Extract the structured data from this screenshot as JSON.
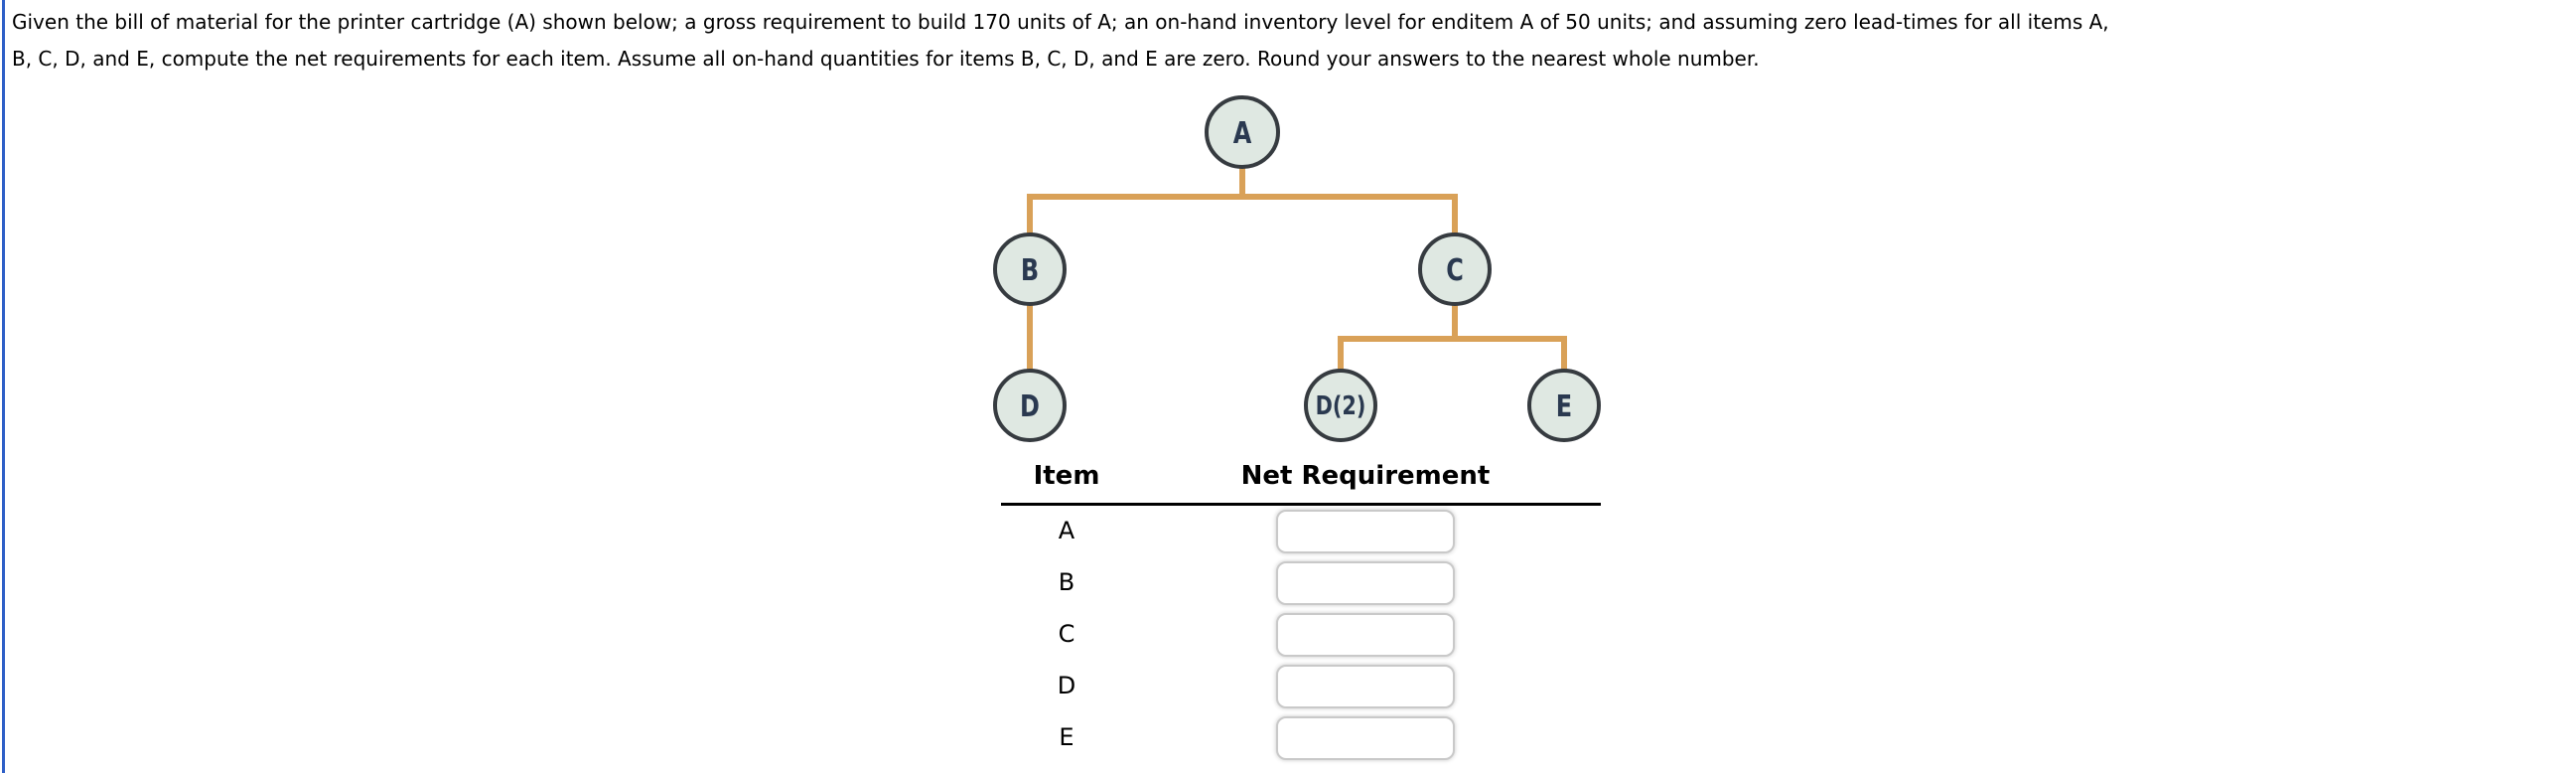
{
  "page": {
    "background_color": "#ffffff",
    "left_border_color": "#2e5fc7"
  },
  "question": {
    "line1": "Given the bill of material for the printer cartridge (A) shown below; a gross requirement to build 170 units of A; an on-hand inventory level for enditem A of 50 units; and assuming zero lead-times for all items A,",
    "line2": "B, C, D, and E, compute the net requirements for each item. Assume all on-hand quantities for items B, C, D, and E are zero. Round your answers to the nearest whole number."
  },
  "bom_tree": {
    "line_color": "#d9a158",
    "node_fill_color": "#dfe8e2",
    "node_border_color": "#363b40",
    "node_label_color": "#2a3950",
    "nodes": [
      {
        "id": "A",
        "label": "A",
        "parent": null,
        "level": 0
      },
      {
        "id": "B",
        "label": "B",
        "parent": "A",
        "level": 1
      },
      {
        "id": "C",
        "label": "C",
        "parent": "A",
        "level": 1
      },
      {
        "id": "D",
        "label": "D",
        "parent": "B",
        "level": 2
      },
      {
        "id": "D2",
        "label": "D(2)",
        "parent": "C",
        "level": 2
      },
      {
        "id": "E",
        "label": "E",
        "parent": "C",
        "level": 2
      }
    ]
  },
  "table": {
    "item_header": "Item",
    "net_requirement_header": "Net Requirement",
    "rows": [
      {
        "item": "A",
        "value": ""
      },
      {
        "item": "B",
        "value": ""
      },
      {
        "item": "C",
        "value": ""
      },
      {
        "item": "D",
        "value": ""
      },
      {
        "item": "E",
        "value": ""
      }
    ]
  }
}
